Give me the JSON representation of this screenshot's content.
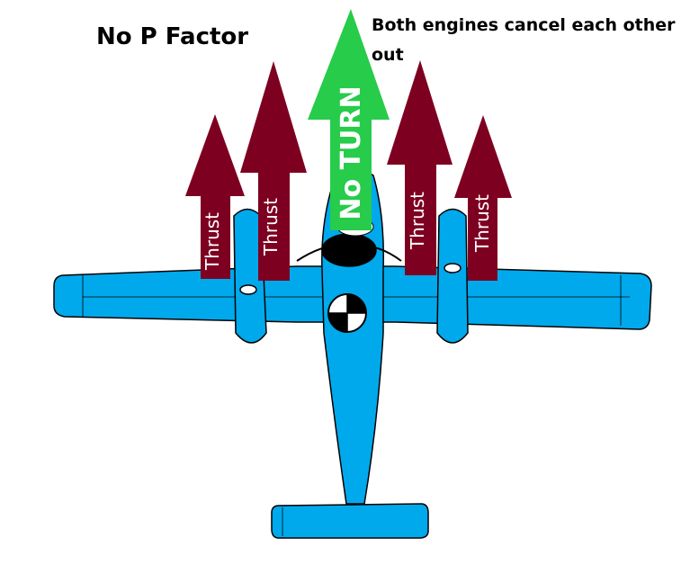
{
  "diagram": {
    "title": "No P Factor",
    "caption": "Both engines cancel each other out",
    "center_arrow_label": "No TURN",
    "thrust_arrows": [
      {
        "label": "Thrust"
      },
      {
        "label": "Thrust"
      },
      {
        "label": "Thrust"
      },
      {
        "label": "Thrust"
      }
    ]
  },
  "colors": {
    "aircraft_body": "#00a9ec",
    "thrust_arrow": "#7e0021",
    "no_turn_arrow": "#26cc4a",
    "outline": "#000000"
  }
}
